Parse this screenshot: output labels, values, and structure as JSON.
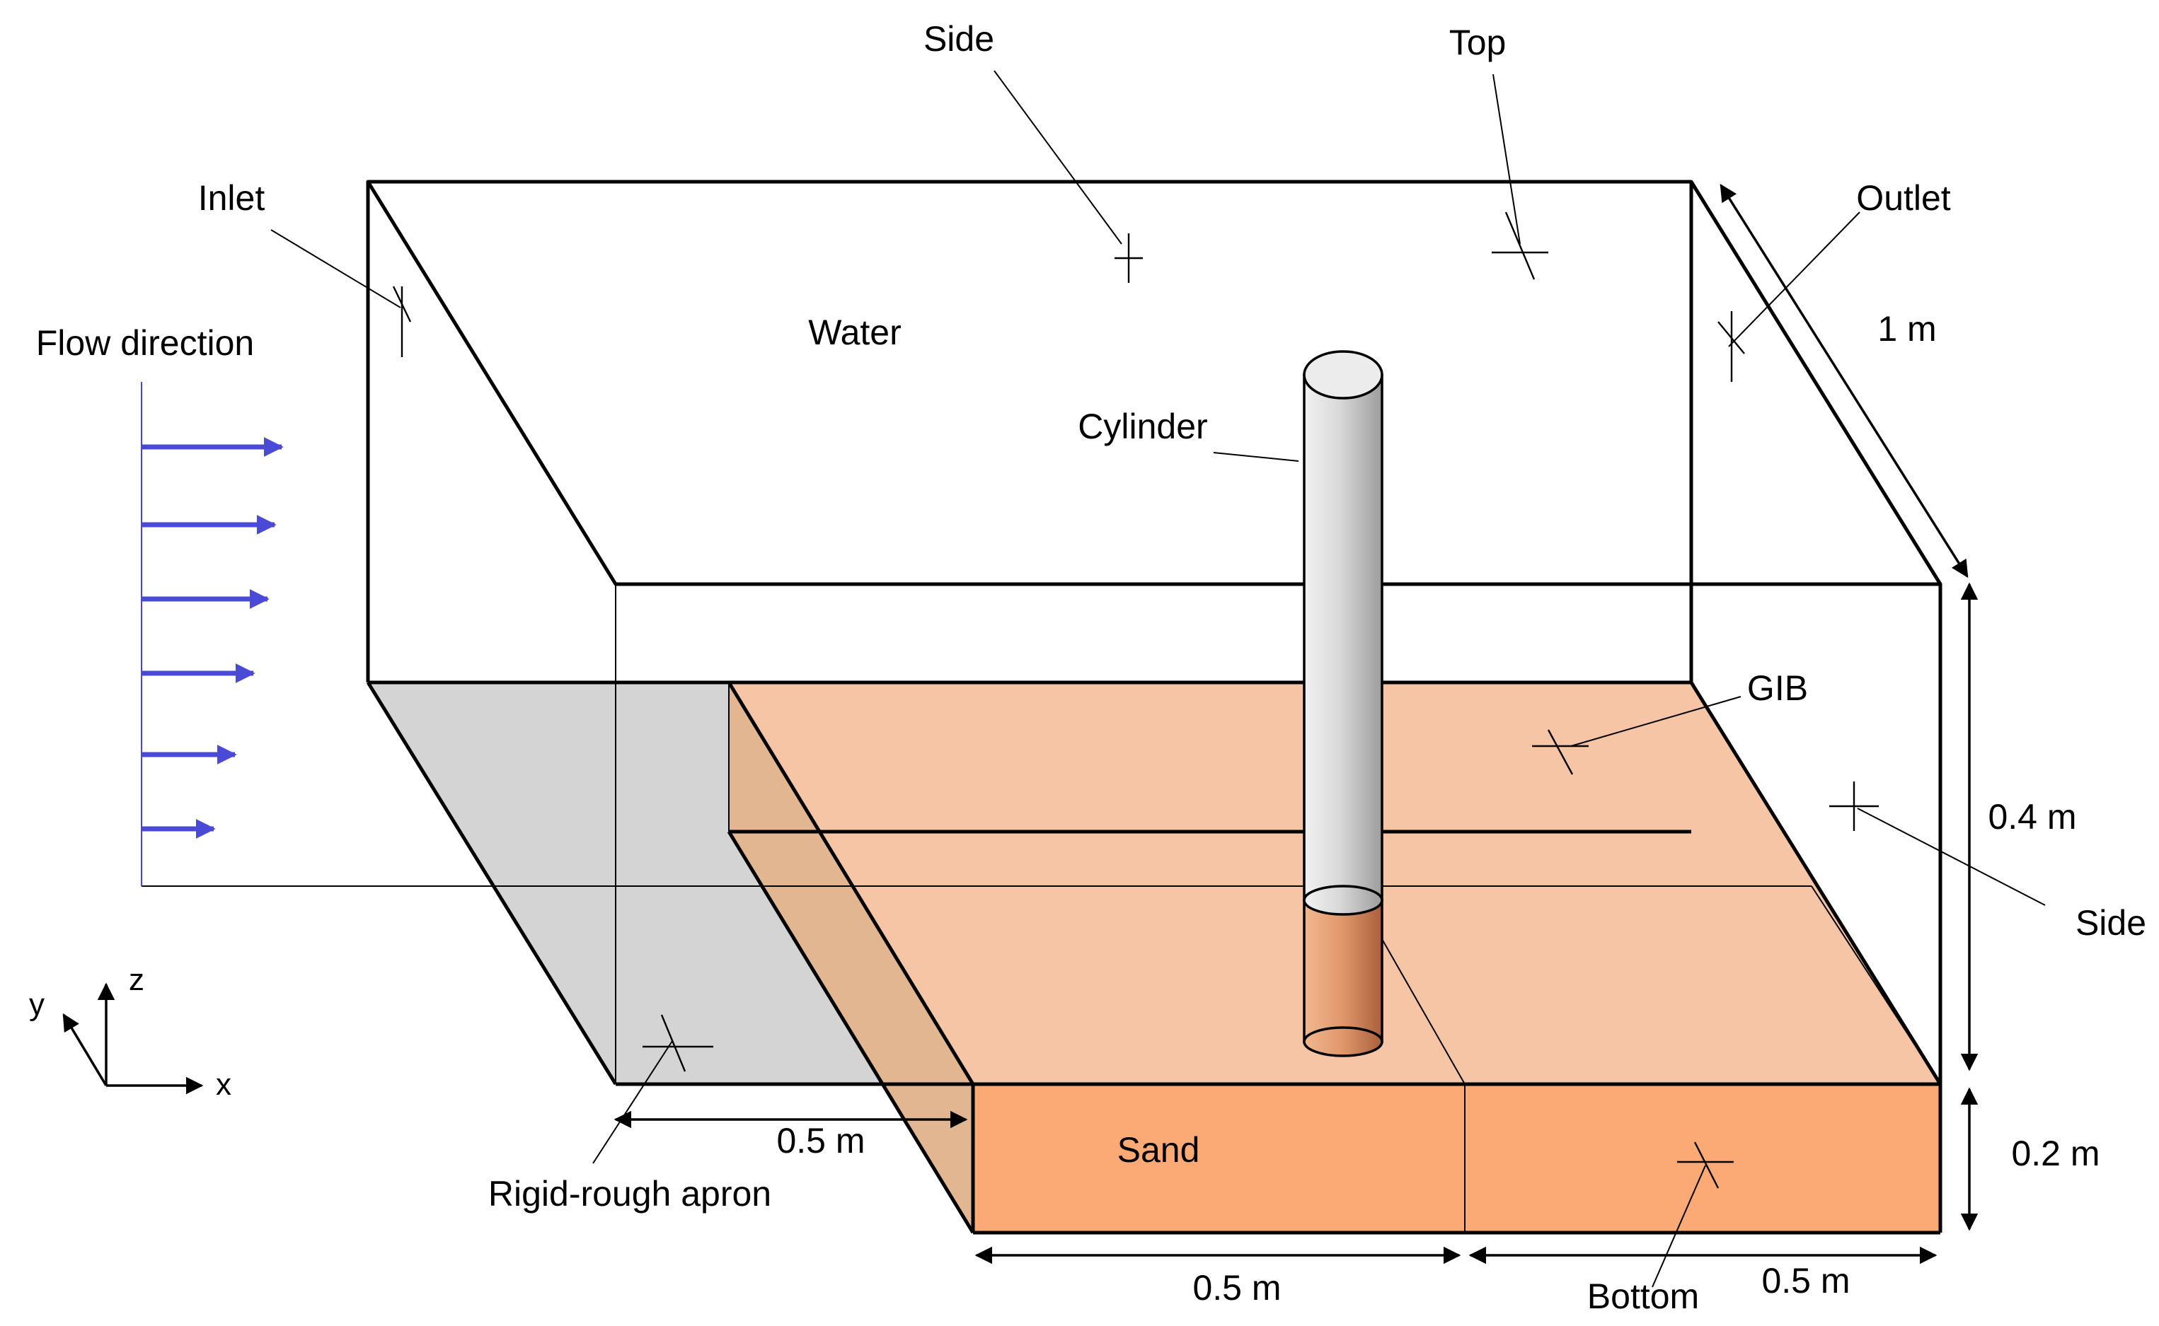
{
  "labels": {
    "side_top": "Side",
    "top": "Top",
    "inlet": "Inlet",
    "outlet": "Outlet",
    "flow_direction": "Flow direction",
    "water": "Water",
    "cylinder": "Cylinder",
    "gib": "GIB",
    "side_right": "Side",
    "sand": "Sand",
    "rigid_rough_apron": "Rigid-rough apron",
    "bottom": "Bottom"
  },
  "dimensions": {
    "depth": "1 m",
    "water_height": "0.4 m",
    "sand_height": "0.2 m",
    "apron_length": "0.5 m",
    "sand_length_left": "0.5 m",
    "sand_length_right": "0.5 m"
  },
  "axes": {
    "x": "x",
    "y": "y",
    "z": "z"
  },
  "colors": {
    "flow_arrow": "#4a4ad6",
    "apron_gray": "#d4d4d4",
    "sand_top": "#f4c2a0",
    "sand_front": "#fbaa75",
    "sand_side": "#e2b690",
    "cylinder_gray": "#d0d0d0",
    "cylinder_sand": "#e0966a"
  },
  "flow_arrow_count": 6
}
